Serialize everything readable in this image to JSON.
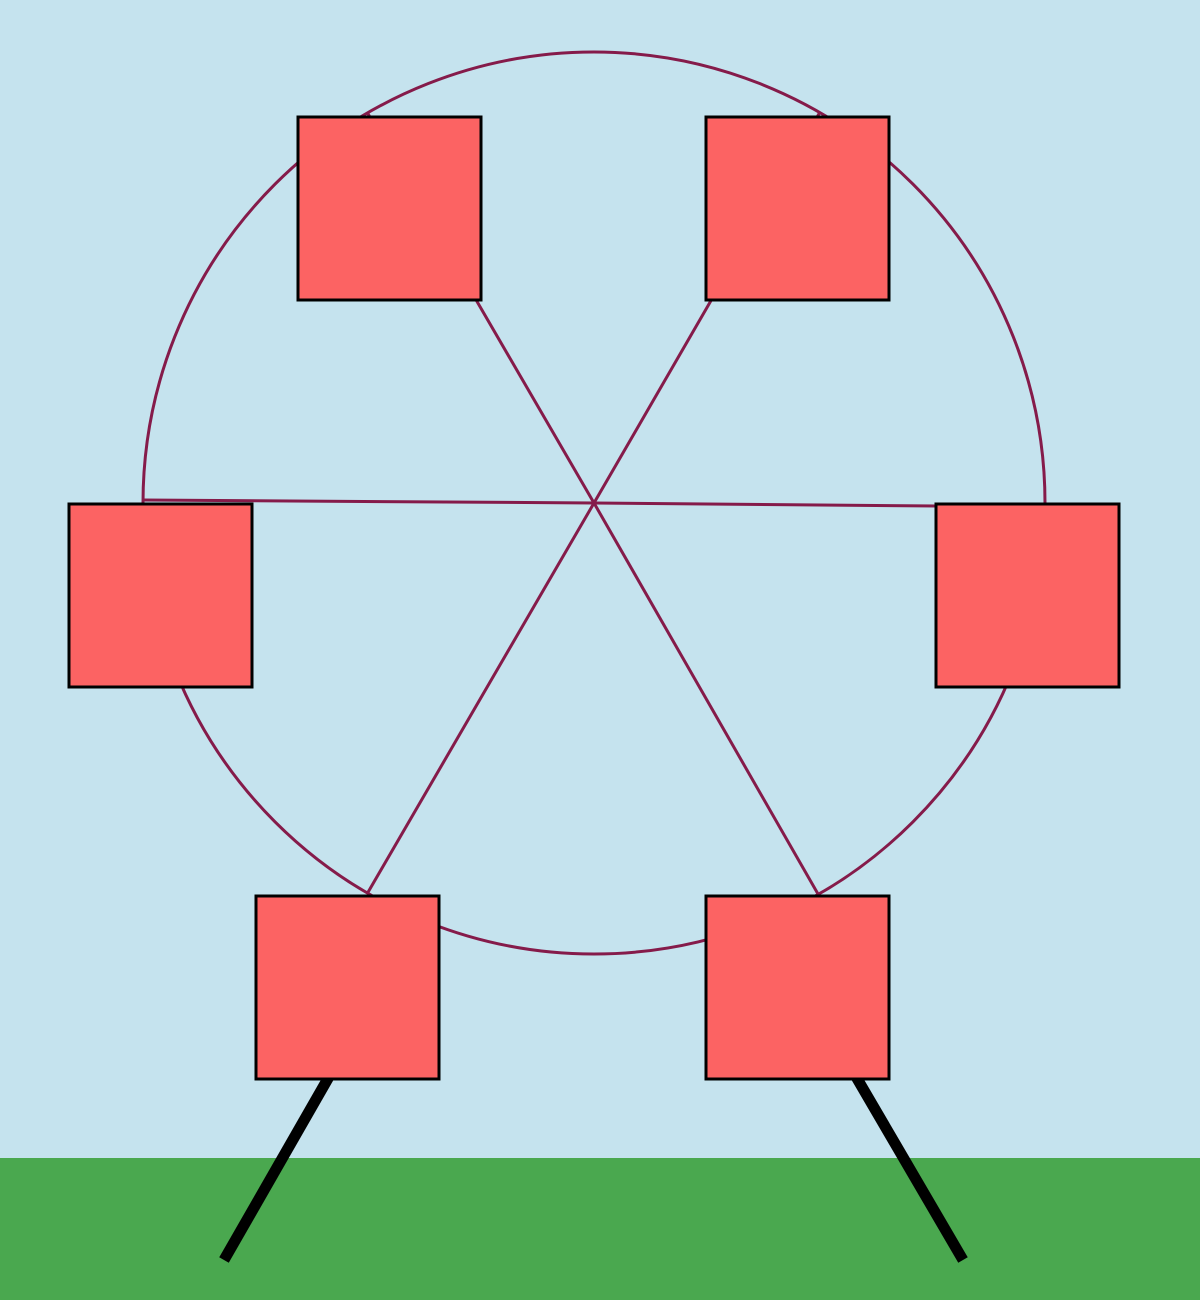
{
  "scene": {
    "colors": {
      "sky": "#c5e3ee",
      "ground": "#4aa84f",
      "wheel": "#851b4a",
      "cabin_fill": "#fc6363",
      "cabin_stroke": "#000000",
      "leg": "#000000"
    },
    "wheel": {
      "spoke_count": 6
    },
    "cabins": [
      {
        "id": "cabin-top-left"
      },
      {
        "id": "cabin-top-right"
      },
      {
        "id": "cabin-left"
      },
      {
        "id": "cabin-right"
      },
      {
        "id": "cabin-bottom-left"
      },
      {
        "id": "cabin-bottom-right"
      }
    ],
    "support_legs": [
      {
        "id": "left-leg"
      },
      {
        "id": "right-leg"
      }
    ]
  }
}
